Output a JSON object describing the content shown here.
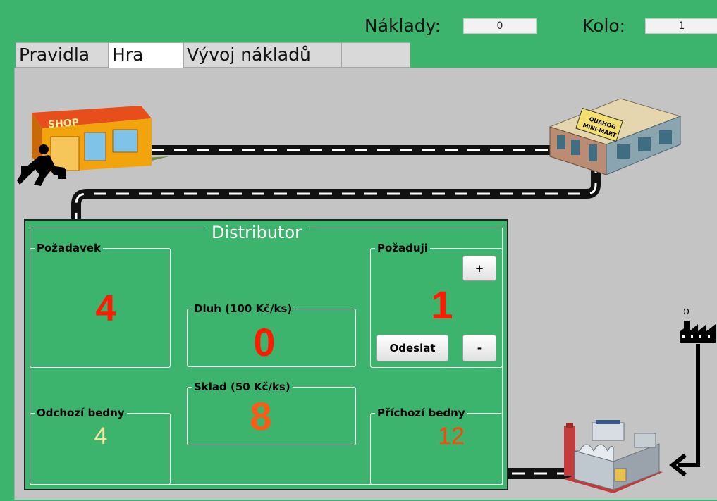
{
  "header": {
    "costs_label": "Náklady:",
    "costs_value": "0",
    "round_label": "Kolo:",
    "round_value": "1"
  },
  "tabs": [
    {
      "label": "Pravidla",
      "active": false
    },
    {
      "label": "Hra",
      "active": true
    },
    {
      "label": "Vývoj nákladů",
      "active": false
    },
    {
      "label": "",
      "active": false
    }
  ],
  "scene": {
    "shop_sign": "SHOP",
    "minimart_sign_line1": "QUAHOG",
    "minimart_sign_line2": "MINI-MART"
  },
  "panel": {
    "title": "Distributor",
    "request": {
      "label": "Požadavek",
      "value": "4"
    },
    "demand": {
      "label": "Požaduji",
      "value": "1",
      "plus_label": "+",
      "minus_label": "-",
      "send_label": "Odeslat"
    },
    "debt": {
      "label": "Dluh (100 Kč/ks)",
      "value": "0"
    },
    "stock": {
      "label": "Sklad (50 Kč/ks)",
      "value": "8"
    },
    "outgoing": {
      "label": "Odchozí bedny",
      "value": "4"
    },
    "incoming": {
      "label": "Příchozí bedny",
      "value": "12"
    }
  },
  "colors": {
    "background": "#3db46d",
    "board": "#c4c4c4",
    "number_red": "#ff1a00",
    "number_orange": "#ff5a14",
    "truck_value_yellow": "#f5e6a0",
    "truck_value_orange": "#ff4500"
  }
}
